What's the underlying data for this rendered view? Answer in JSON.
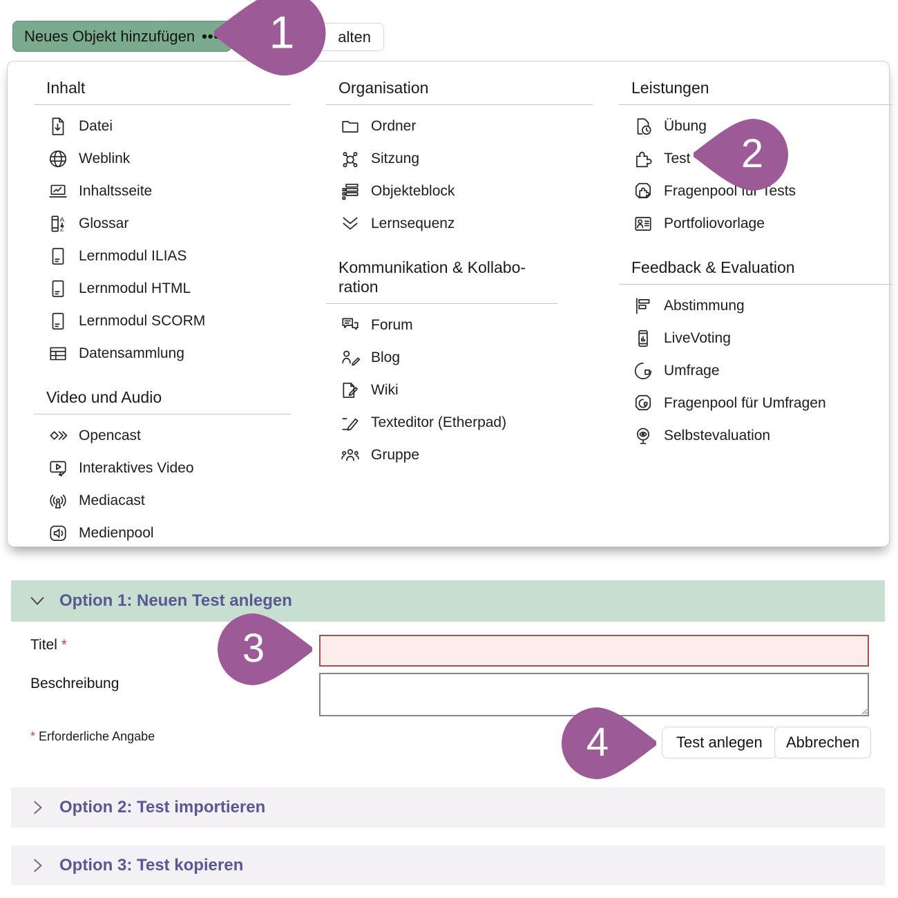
{
  "toolbar": {
    "add_object_button": {
      "label": "Neues Objekt hinzufügen",
      "dots": "•••"
    },
    "secondary_button": {
      "visible_label": "alten"
    }
  },
  "menu": {
    "columns": [
      {
        "sections": [
          {
            "title": "Inhalt",
            "items": [
              {
                "label": "Datei",
                "icon": "file-icon"
              },
              {
                "label": "Weblink",
                "icon": "globe-icon"
              },
              {
                "label": "Inhaltsseite",
                "icon": "content-page-icon"
              },
              {
                "label": "Glossar",
                "icon": "glossary-icon"
              },
              {
                "label": "Lernmodul ILIAS",
                "icon": "learning-module-icon"
              },
              {
                "label": "Lernmodul HTML",
                "icon": "learning-module-icon"
              },
              {
                "label": "Lernmodul SCORM",
                "icon": "learning-module-icon"
              },
              {
                "label": "Datensammlung",
                "icon": "data-collection-icon"
              }
            ]
          },
          {
            "title": "Video und Audio",
            "items": [
              {
                "label": "Opencast",
                "icon": "opencast-icon"
              },
              {
                "label": "Interaktives Video",
                "icon": "interactive-video-icon"
              },
              {
                "label": "Mediacast",
                "icon": "mediacast-icon"
              },
              {
                "label": "Medienpool",
                "icon": "media-pool-icon"
              }
            ]
          }
        ]
      },
      {
        "sections": [
          {
            "title": "Organisation",
            "items": [
              {
                "label": "Ordner",
                "icon": "folder-icon"
              },
              {
                "label": "Sitzung",
                "icon": "session-icon"
              },
              {
                "label": "Objekteblock",
                "icon": "object-block-icon"
              },
              {
                "label": "Lernsequenz",
                "icon": "learning-sequence-icon"
              }
            ]
          },
          {
            "title": "Kommunikation & Kollabo­ration",
            "items": [
              {
                "label": "Forum",
                "icon": "forum-icon"
              },
              {
                "label": "Blog",
                "icon": "blog-icon"
              },
              {
                "label": "Wiki",
                "icon": "wiki-icon"
              },
              {
                "label": "Texteditor (Etherpad)",
                "icon": "texteditor-icon"
              },
              {
                "label": "Gruppe",
                "icon": "group-icon"
              }
            ]
          }
        ]
      },
      {
        "sections": [
          {
            "title": "Leistungen",
            "items": [
              {
                "label": "Übung",
                "icon": "exercise-icon"
              },
              {
                "label": "Test",
                "icon": "test-icon"
              },
              {
                "label": "Fragenpool für Tests",
                "icon": "question-pool-test-icon"
              },
              {
                "label": "Portfoliovorlage",
                "icon": "portfolio-template-icon"
              }
            ]
          },
          {
            "title": "Feedback & Evaluation",
            "items": [
              {
                "label": "Abstimmung",
                "icon": "poll-icon"
              },
              {
                "label": "LiveVoting",
                "icon": "livevoting-icon"
              },
              {
                "label": "Umfrage",
                "icon": "survey-icon"
              },
              {
                "label": "Fragenpool für Umfragen",
                "icon": "question-pool-survey-icon"
              },
              {
                "label": "Selbstevaluation",
                "icon": "self-evaluation-icon"
              }
            ]
          }
        ]
      }
    ]
  },
  "callouts": [
    {
      "number": "1"
    },
    {
      "number": "2"
    },
    {
      "number": "3"
    },
    {
      "number": "4"
    }
  ],
  "form": {
    "option1_title": "Option 1: Neuen Test anlegen",
    "title_label": "Titel",
    "required_marker": "*",
    "title_value": "",
    "description_label": "Beschreibung",
    "required_note_text": "Erforderliche Angabe",
    "create_button_label": "Test anlegen",
    "cancel_button_label": "Abbrechen",
    "option2_title": "Option 2: Test importieren",
    "option3_title": "Option 3: Test kopieren"
  },
  "colors": {
    "add_button_green": "#7bab8f",
    "option1_header_bg": "#c7dfd0",
    "option_header_text": "#5a5792",
    "collapsed_option_bg": "#f3f1f6",
    "callout_purple": "#9c5a97",
    "required_red": "#b2484c",
    "error_field_bg": "#fcecec",
    "error_field_border": "#ae4a50"
  }
}
